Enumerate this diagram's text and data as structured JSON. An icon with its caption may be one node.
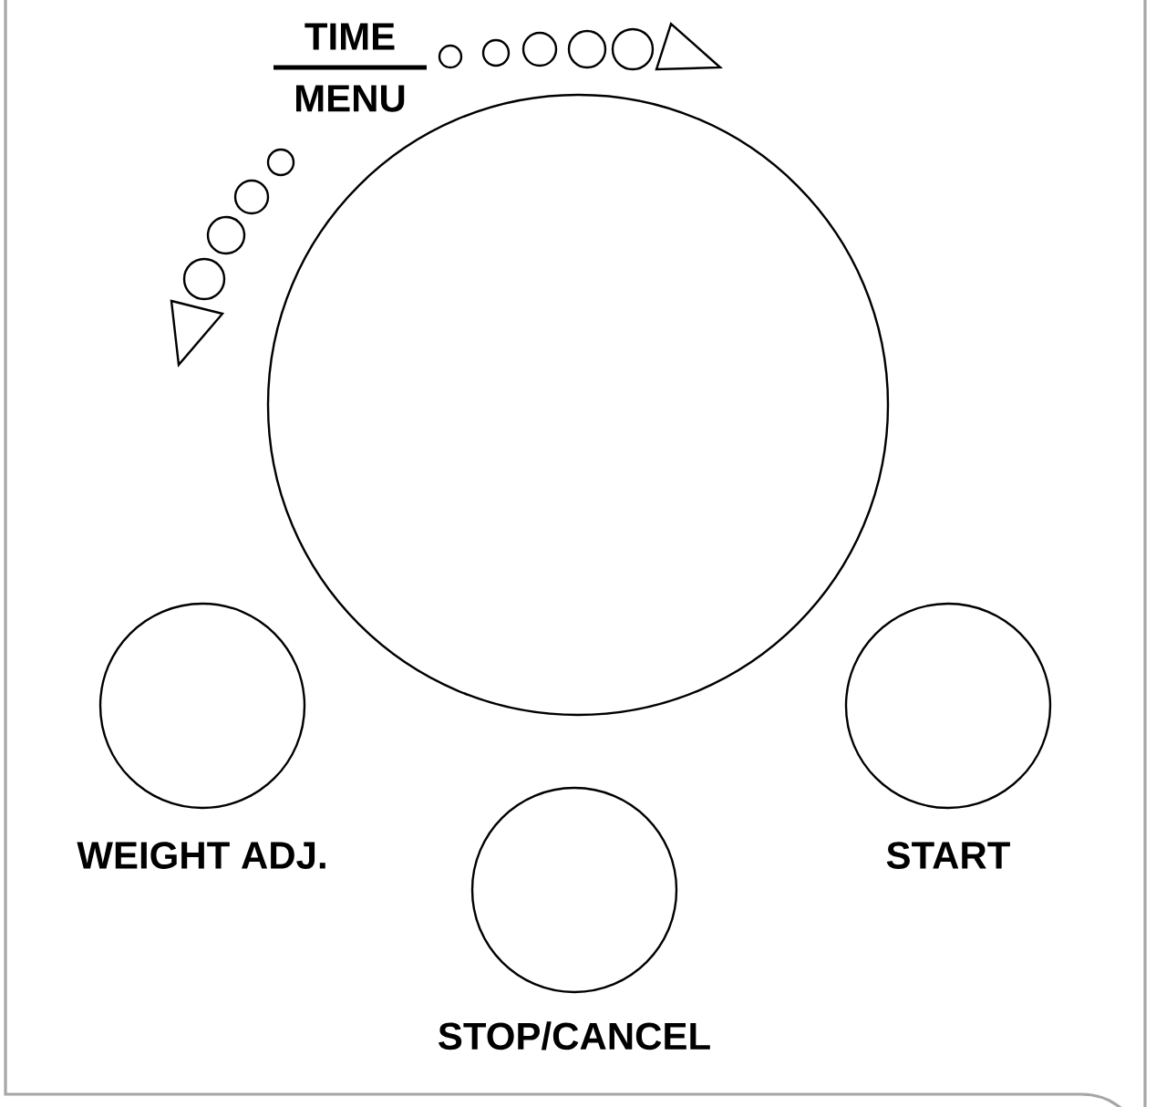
{
  "diagram": {
    "nodes": [
      {
        "text": [
          "TIME",
          "MENU"
        ]
      },
      {
        "text": [
          "WEIGHT ADJ."
        ]
      },
      {
        "text": [
          "START"
        ]
      },
      {
        "text": [
          "STOP/CANCEL"
        ]
      }
    ]
  }
}
